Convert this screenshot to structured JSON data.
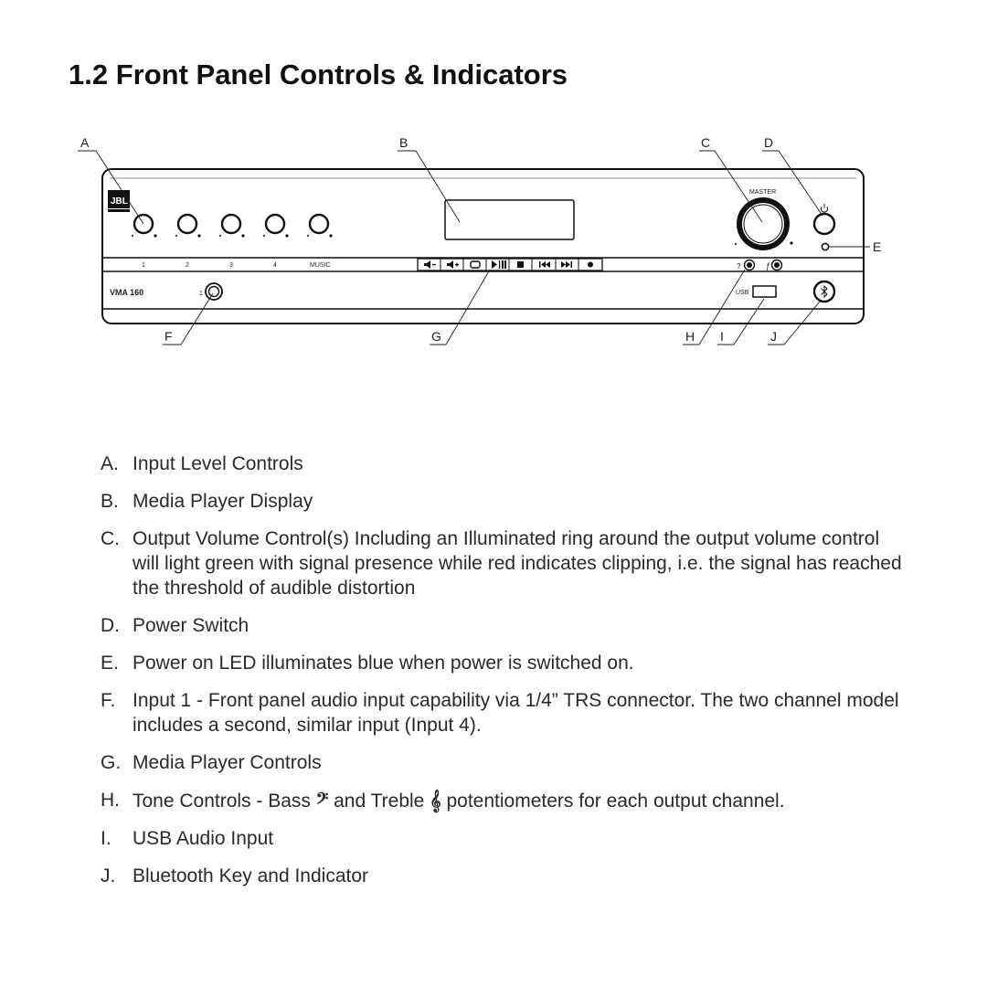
{
  "title": "1.2 Front Panel Controls & Indicators",
  "diagram": {
    "brand": "JBL",
    "model": "VMA 160",
    "master_label": "MASTER",
    "usb_label": "USB",
    "input_numbers": [
      "1",
      "2",
      "3",
      "4",
      "MUSIC"
    ],
    "front_input_number": "1",
    "callouts": [
      "A",
      "B",
      "C",
      "D",
      "E",
      "F",
      "G",
      "H",
      "I",
      "J"
    ]
  },
  "legend": [
    {
      "letter": "A.",
      "text": "Input Level Controls"
    },
    {
      "letter": "B.",
      "text": "Media Player Display"
    },
    {
      "letter": "C.",
      "text": "Output Volume Control(s) Including an Illuminated ring around the output volume control will light green with signal presence while red indicates clipping, i.e. the signal has reached the threshold of audible distortion"
    },
    {
      "letter": "D.",
      "text": "Power Switch"
    },
    {
      "letter": "E.",
      "text": "Power on LED illuminates blue when power is switched on."
    },
    {
      "letter": "F.",
      "text": "Input 1 - Front panel audio input capability via 1/4” TRS connector. The two channel model includes a second, similar input (Input 4)."
    },
    {
      "letter": "G.",
      "text": "Media Player Controls"
    },
    {
      "letter": "H.",
      "text_before": "Tone Controls - Bass",
      "bass_symbol": "𝄢",
      "text_middle": "and Treble",
      "treble_symbol": "𝄞",
      "text_after": "potentiometers for each output channel."
    },
    {
      "letter": "I.",
      "text": "USB Audio Input"
    },
    {
      "letter": "J.",
      "text": "Bluetooth Key and Indicator"
    }
  ]
}
